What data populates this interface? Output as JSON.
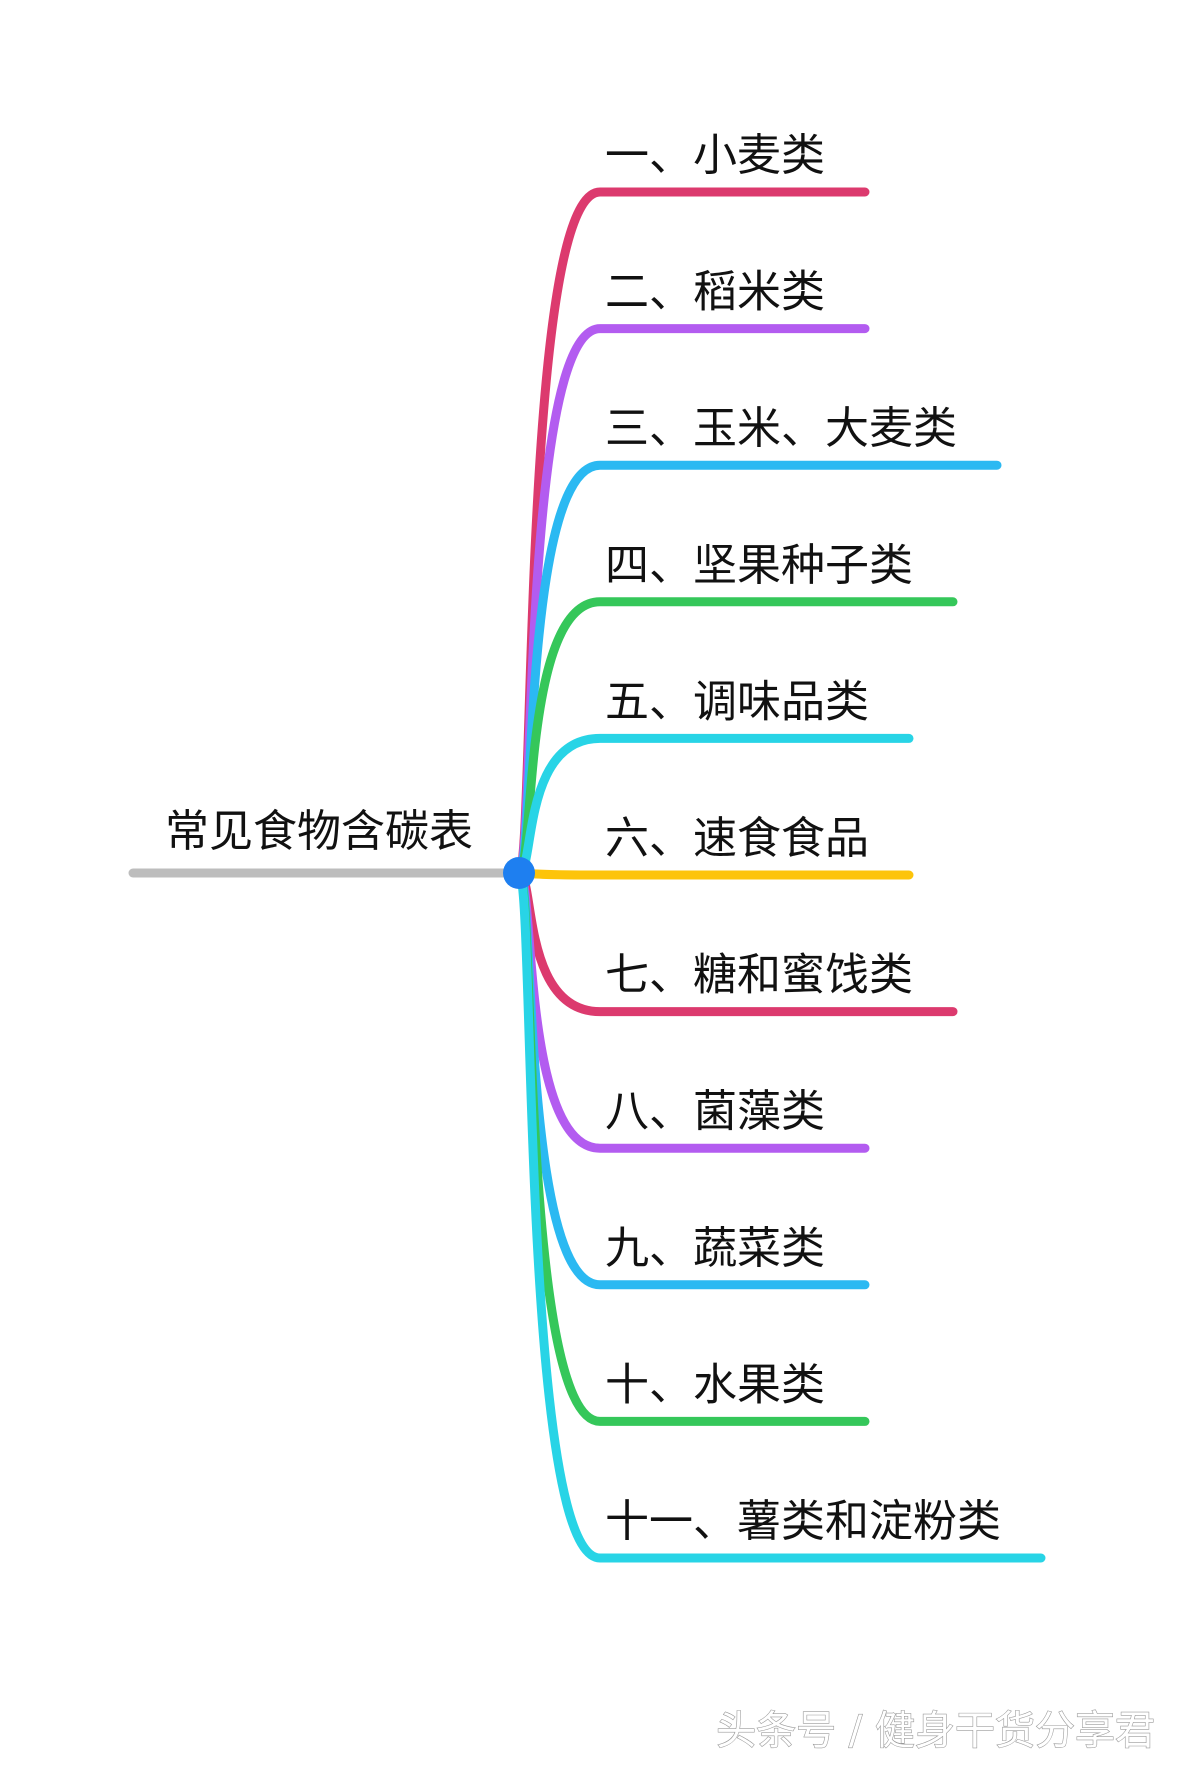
{
  "root": {
    "label": "常见食物含碳表",
    "line_color": "#bdbdbd",
    "node_color": "#1e7ff0"
  },
  "branches": [
    {
      "label": "一、小麦类",
      "color": "#dc3a6e"
    },
    {
      "label": "二、稻米类",
      "color": "#b35cf0"
    },
    {
      "label": "三、玉米、大麦类",
      "color": "#2bb9f2"
    },
    {
      "label": "四、坚果种子类",
      "color": "#35c75a"
    },
    {
      "label": "五、调味品类",
      "color": "#28d4e6"
    },
    {
      "label": "六、速食食品",
      "color": "#fdc40a"
    },
    {
      "label": "七、糖和蜜饯类",
      "color": "#dc3a6e"
    },
    {
      "label": "八、菌藻类",
      "color": "#b35cf0"
    },
    {
      "label": "九、蔬菜类",
      "color": "#2bb9f2"
    },
    {
      "label": "十、水果类",
      "color": "#35c75a"
    },
    {
      "label": "十一、薯类和淀粉类",
      "color": "#28d4e6"
    }
  ],
  "watermark": "头条号 / 健身干货分享君"
}
